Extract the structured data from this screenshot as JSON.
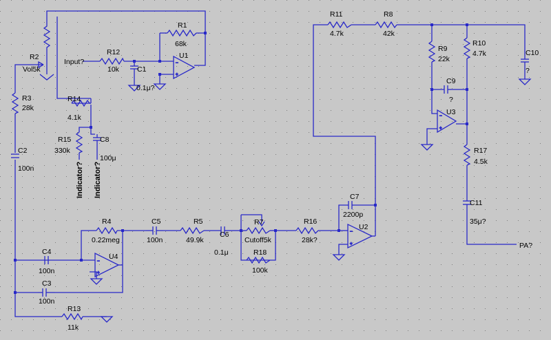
{
  "colors": {
    "background": "#c8c8c8",
    "grid": "#808080",
    "wire": "#2828c8",
    "text": "#000000"
  },
  "labels": {
    "R1": "R1",
    "R1_val": "68k",
    "U1": "U1",
    "R12": "R12",
    "R12_val": "10k",
    "input": "Input?",
    "C1": "C1",
    "C1_val": "0.1μ?",
    "R2": "R2",
    "R2_val": "Vol5k",
    "R3": "R3",
    "R3_val": "28k",
    "R14": "R14",
    "R14_val": "4.1k",
    "R15": "R15",
    "R15_val": "330k",
    "C8": "C8",
    "C8_val": "100μ",
    "indicator1": "Indicator?",
    "indicator2": "Indicator?",
    "C2": "C2",
    "C2_val": "100n",
    "R11": "R11",
    "R11_val": "4.7k",
    "R8": "R8",
    "R8_val": "42k",
    "R9": "R9",
    "R9_val": "22k",
    "R10": "R10",
    "R10_val": "4.7k",
    "C10": "C10",
    "C10_val": "?",
    "C9": "C9",
    "C9_val": "?",
    "U3": "U3",
    "R17": "R17",
    "R17_val": "4.5k",
    "C11": "C11",
    "C11_val": "35μ?",
    "pa": "PA?",
    "C7": "C7",
    "C7_val": "2200p",
    "U2": "U2",
    "R16": "R16",
    "R16_val": "28k?",
    "R7": "R7",
    "R7_val": "Cutoff5k",
    "R18": "R18",
    "R18_val": "100k",
    "C6": "C6",
    "C6_val": "0.1μ",
    "R5": "R5",
    "R5_val": "49.9k",
    "C5": "C5",
    "C5_val": "100n",
    "R4": "R4",
    "R4_val": "0.22meg",
    "U4": "U4",
    "C4": "C4",
    "C4_val": "100n",
    "C3": "C3",
    "C3_val": "100n",
    "R13": "R13",
    "R13_val": "11k"
  }
}
